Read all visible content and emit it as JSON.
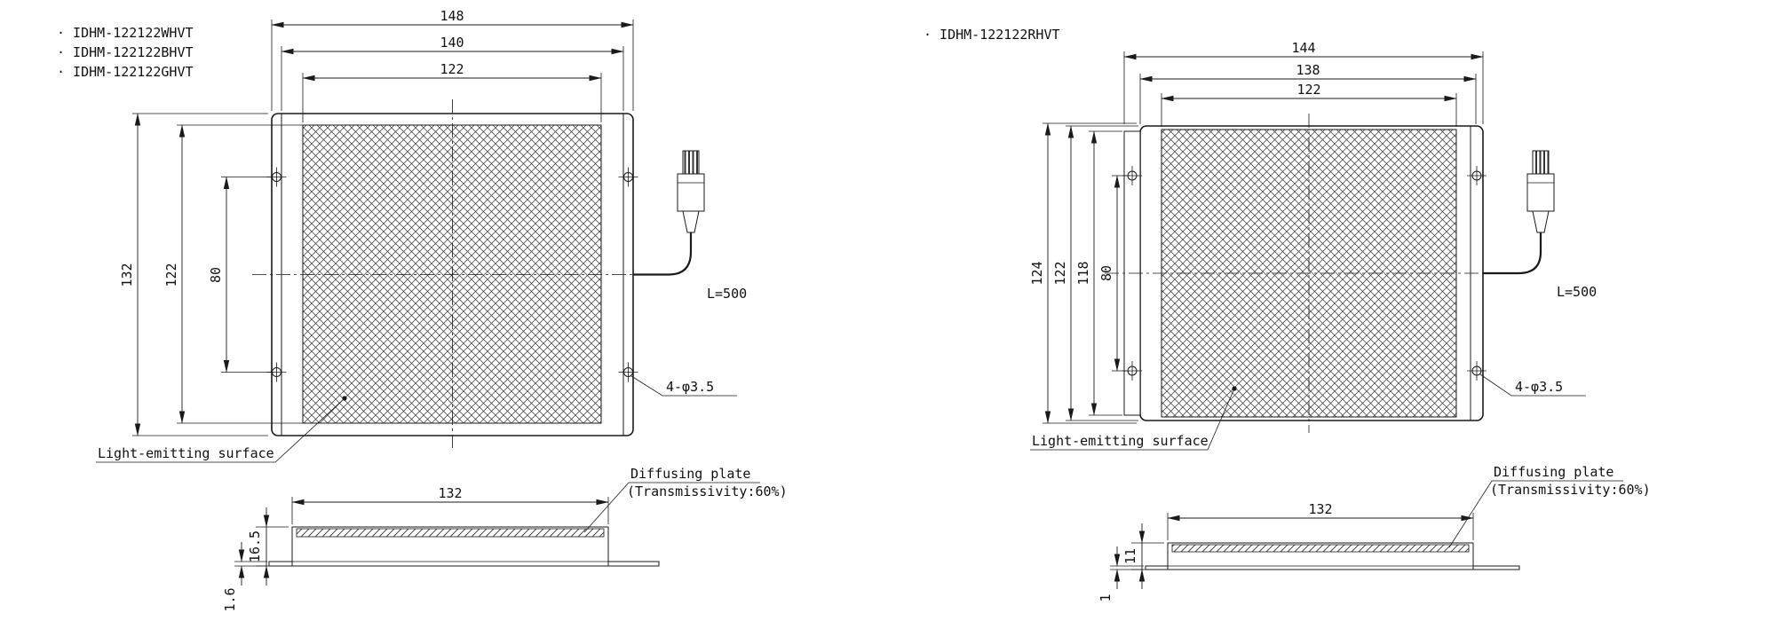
{
  "page": {
    "background": "#ffffff",
    "line_color": "#1a1a1a"
  },
  "left": {
    "models": [
      "· IDHM-122122WHVT",
      "· IDHM-122122BHVT",
      "· IDHM-122122GHVT"
    ],
    "top_view": {
      "dim_width_outer": "148",
      "dim_width_body": "140",
      "dim_width_emit": "122",
      "dim_height_outer": "132",
      "dim_height_emit": "122",
      "dim_hole_spacing": "80",
      "holes_note": "4-φ3.5",
      "cable_length": "L=500",
      "emitting_label": "Light-emitting surface"
    },
    "side_view": {
      "dim_width": "132",
      "dim_height": "16.5",
      "dim_base": "1.6",
      "diffusing_label": "Diffusing plate",
      "diffusing_sub": "(Transmissivity:60%)"
    }
  },
  "right": {
    "models": [
      "· IDHM-122122RHVT"
    ],
    "top_view": {
      "dim_width_outer": "144",
      "dim_width_body": "138",
      "dim_width_emit": "122",
      "dim_height_outer": "124",
      "dim_height_frame": "122",
      "dim_height_bar": "118",
      "dim_hole_spacing": "80",
      "holes_note": "4-φ3.5",
      "cable_length": "L=500",
      "emitting_label": "Light-emitting surface"
    },
    "side_view": {
      "dim_width": "132",
      "dim_height": "11",
      "dim_base": "1",
      "diffusing_label": "Diffusing plate",
      "diffusing_sub": "(Transmissivity:60%)"
    }
  }
}
